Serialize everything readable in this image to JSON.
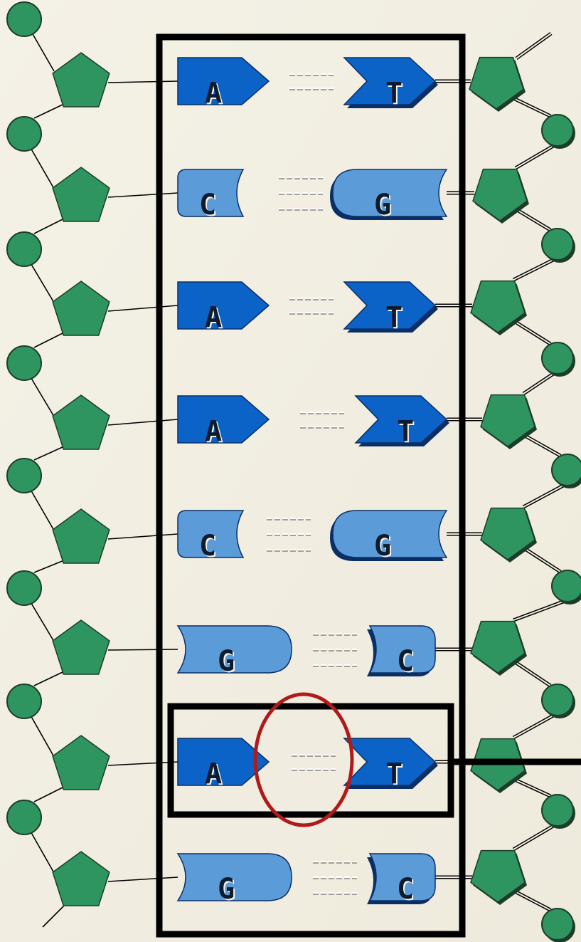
{
  "diagram": {
    "colors": {
      "background": "#f1eee2",
      "backbone": "#2e9460",
      "purine_dark": "#0b63c7",
      "pyrimidine_light": "#5b9bd8",
      "bond_dash": "#ffffff",
      "frame": "#000000",
      "highlight_circle": "#b11a1a"
    },
    "left_strand": {
      "bases": [
        "A",
        "C",
        "A",
        "A",
        "C",
        "G",
        "A",
        "G"
      ]
    },
    "right_strand": {
      "bases": [
        "T",
        "G",
        "T",
        "T",
        "G",
        "C",
        "T",
        "C"
      ]
    },
    "hydrogen_bonds": [
      2,
      3,
      2,
      2,
      3,
      3,
      2,
      3
    ],
    "highlighted_pair_index": 6
  }
}
